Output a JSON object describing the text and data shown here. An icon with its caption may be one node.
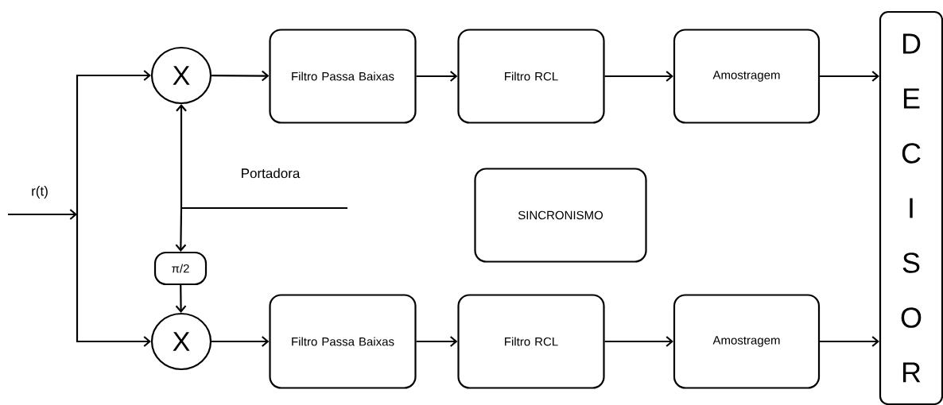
{
  "diagram": {
    "nodes": [
      {
        "text": [
          "X"
        ]
      },
      {
        "text": [
          "Filtro Passa Baixas"
        ]
      },
      {
        "text": [
          "Filtro RCL"
        ]
      },
      {
        "text": [
          "Amostragem"
        ]
      },
      {
        "text": [
          "X"
        ]
      },
      {
        "text": [
          "Filtro Passa Baixas"
        ]
      },
      {
        "text": [
          "Filtro RCL"
        ]
      },
      {
        "text": [
          "Amostragem"
        ]
      },
      {
        "text": [
          "π/2"
        ]
      },
      {
        "text": [
          "SINCRONISMO"
        ]
      },
      {
        "text": [
          "D E C I S O R"
        ]
      }
    ],
    "edges": [
      {
        "from": null,
        "to": 0,
        "arrow": "to"
      },
      {
        "from": null,
        "to": 4,
        "arrow": "to"
      },
      {
        "from": 0,
        "to": 1,
        "arrow": "to"
      },
      {
        "from": 1,
        "to": 2,
        "arrow": "to"
      },
      {
        "from": 2,
        "to": 3,
        "arrow": "to"
      },
      {
        "from": 3,
        "to": 10,
        "arrow": "to"
      },
      {
        "from": 4,
        "to": 5,
        "arrow": "to"
      },
      {
        "from": 5,
        "to": 6,
        "arrow": "to"
      },
      {
        "from": 6,
        "to": 7,
        "arrow": "to"
      },
      {
        "from": 7,
        "to": 10,
        "arrow": "to"
      },
      {
        "from": null,
        "to": 0,
        "arrow": "to"
      },
      {
        "from": null,
        "to": 8,
        "arrow": "to"
      },
      {
        "from": 8,
        "to": 4,
        "arrow": "to"
      }
    ],
    "labels": [
      "r(t)",
      "Portadora"
    ]
  }
}
